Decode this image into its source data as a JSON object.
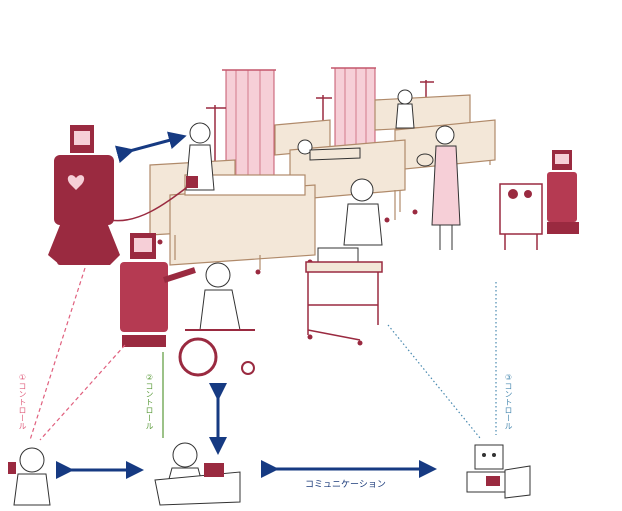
{
  "labels": {
    "control1": "①コントロール",
    "control2": "②コントロール",
    "control3": "③コントロール",
    "communication": "コミュニケーション"
  },
  "colors": {
    "robot": "#9a2a40",
    "curtain": "#f4c7d0",
    "bed_frame": "#c7a98d",
    "arrow": "#163a82",
    "line1": "#e0607e",
    "line2": "#5a9a3a",
    "line3": "#4a8ab0"
  }
}
